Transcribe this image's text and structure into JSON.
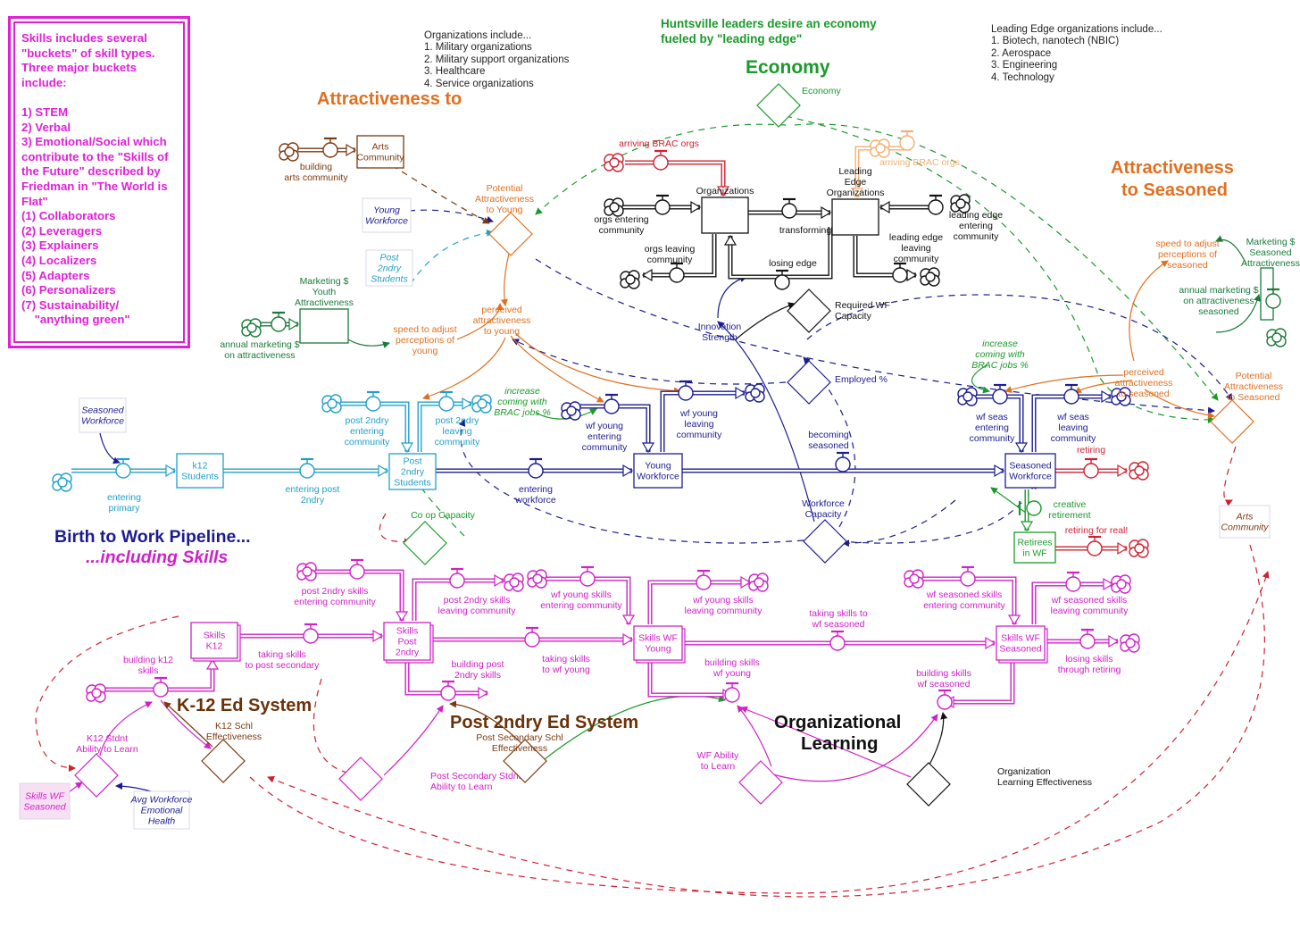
{
  "skills_box": {
    "lines": [
      "Skills includes several",
      "\"buckets\" of skill types.",
      "Three major buckets",
      "include:",
      "",
      "1) STEM",
      "2) Verbal",
      "3) Emotional/Social which",
      "contribute to the \"Skills of",
      "the Future\" described by",
      "Friedman in \"The World is",
      "Flat\"",
      "(1) Collaborators",
      "(2) Leveragers",
      "(3) Explainers",
      "(4) Localizers",
      "(5) Adapters",
      "(6) Personalizers",
      "(7) Sustainability/",
      "    \"anything green\""
    ]
  },
  "notes": {
    "organizations": "Organizations include...\n1. Military organizations\n2. Military support organizations\n3. Healthcare\n4. Service organizations",
    "huntsville": "Huntsville leaders desire an economy\nfueled by \"leading edge\"",
    "leading_edge": "Leading Edge organizations include...\n1. Biotech, nanotech (NBIC)\n2. Aerospace\n3. Engineering\n4. Technology"
  },
  "titles": {
    "economy": "Economy",
    "attr_young": "Attractiveness to",
    "attr_seasoned_1": "Attractiveness",
    "attr_seasoned_2": "to Seasoned",
    "pipeline_1": "Birth to Work Pipeline...",
    "pipeline_2": "...including Skills",
    "k12": "K-12 Ed System",
    "post2ndry": "Post 2ndry Ed System",
    "org_learning_1": "Organizational",
    "org_learning_2": "Learning"
  },
  "colors": {
    "teal": "#20a0c8",
    "navy": "#1c1c90",
    "magenta": "#d020c8",
    "green": "#1a9a2a",
    "orange": "#e07020",
    "red": "#d02030",
    "brown": "#7a3a10",
    "light_orange": "#f0b070",
    "dark_green": "#1a7a3a",
    "black": "#111111"
  },
  "diagram": {
    "stocks": [
      {
        "id": "k12-students",
        "label": "k12\nStudents",
        "color": "teal"
      },
      {
        "id": "post-2ndry-students",
        "label": "Post\n2ndry\nStudents",
        "color": "teal"
      },
      {
        "id": "young-workforce",
        "label": "Young\nWorkforce",
        "color": "navy"
      },
      {
        "id": "seasoned-workforce",
        "label": "Seasoned\nWorkforce",
        "color": "navy"
      },
      {
        "id": "organizations",
        "label": "Organizations",
        "color": "black"
      },
      {
        "id": "leading-edge-organizations",
        "label": "Leading\nEdge\nOrganizations",
        "color": "black"
      },
      {
        "id": "marketing-youth",
        "label": "Marketing $\nYouth\nAttractiveness",
        "color": "dark_green"
      },
      {
        "id": "skills-k12",
        "label": "Skills\nK12",
        "color": "magenta"
      },
      {
        "id": "skills-post-2ndry",
        "label": "Skills\nPost\n2ndry",
        "color": "magenta"
      },
      {
        "id": "skills-wf-young",
        "label": "Skills WF\nYoung",
        "color": "magenta"
      },
      {
        "id": "skills-wf-seasoned",
        "label": "Skills WF\nSeasoned",
        "color": "magenta"
      },
      {
        "id": "arts-community-stock",
        "label": "Arts\nCommunity",
        "color": "brown"
      },
      {
        "id": "retirees-in-wf",
        "label": "Retirees\nin WF",
        "color": "green"
      }
    ],
    "ghosts": [
      {
        "id": "seasoned-workforce-ghost",
        "label": "Seasoned\nWorkforce",
        "color": "navy"
      },
      {
        "id": "young-workforce-ghost",
        "label": "Young\nWorkforce",
        "color": "navy"
      },
      {
        "id": "post-2ndry-students-ghost",
        "label": "Post\n2ndry\nStudents",
        "color": "teal"
      },
      {
        "id": "arts-community-ghost",
        "label": "Arts\nCommunity",
        "color": "brown"
      },
      {
        "id": "skills-wf-seasoned-ghost",
        "label": "Skills WF\nSeasoned",
        "color": "magenta"
      },
      {
        "id": "avg-workforce-ghost",
        "label": "Avg Workforce\nEmotional\nHealth",
        "color": "navy"
      }
    ],
    "valves": [
      {
        "id": "entering-primary",
        "label": "entering\nprimary",
        "color": "teal"
      },
      {
        "id": "entering-post-2ndry",
        "label": "entering post\n2ndry",
        "color": "teal"
      },
      {
        "id": "post-2ndry-entering-community",
        "label": "post 2ndry\nentering\ncommunity",
        "color": "teal"
      },
      {
        "id": "post-2ndry-leaving-community",
        "label": "post 2ndry\nleaving\ncommunity",
        "color": "teal"
      },
      {
        "id": "entering-workforce",
        "label": "entering\nworkforce",
        "color": "navy"
      },
      {
        "id": "wf-young-entering-community",
        "label": "wf young\nentering\ncommunity",
        "color": "navy"
      },
      {
        "id": "wf-young-leaving-community",
        "label": "wf young\nleaving\ncommunity",
        "color": "navy"
      },
      {
        "id": "becoming-seasoned",
        "label": "becoming\nseasoned",
        "color": "navy"
      },
      {
        "id": "wf-seas-entering-community",
        "label": "wf seas\nentering\ncommunity",
        "color": "navy"
      },
      {
        "id": "wf-seas-leaving-community",
        "label": "wf seas\nleaving\ncommunity",
        "color": "navy"
      },
      {
        "id": "retiring",
        "label": "retiring",
        "color": "red"
      },
      {
        "id": "creative-retirement",
        "label": "creative\nretirement",
        "color": "green"
      },
      {
        "id": "retiring-for-real",
        "label": "retiring for real!",
        "color": "red"
      },
      {
        "id": "arriving-brac-orgs",
        "label": "arriving BRAC orgs",
        "color": "red"
      },
      {
        "id": "arriving-brac-orgs-2",
        "label": "arriving BRAC orgs",
        "color": "light_orange"
      },
      {
        "id": "orgs-entering-community",
        "label": "orgs entering\ncommunity",
        "color": "black"
      },
      {
        "id": "orgs-leaving-community",
        "label": "orgs leaving\ncommunity",
        "color": "black"
      },
      {
        "id": "transforming",
        "label": "transforming",
        "color": "black"
      },
      {
        "id": "losing-edge",
        "label": "losing edge",
        "color": "black"
      },
      {
        "id": "leading-edge-entering-community",
        "label": "leading edge\nentering\ncommunity",
        "color": "black"
      },
      {
        "id": "leading-edge-leaving-community",
        "label": "leading edge\nleaving\ncommunity",
        "color": "black"
      },
      {
        "id": "building-arts-community",
        "label": "building\narts community",
        "color": "brown"
      },
      {
        "id": "annual-marketing-young",
        "label": "annual marketing $\non attractiveness",
        "color": "dark_green"
      },
      {
        "id": "annual-marketing-seasoned",
        "label": "annual marketing $\non attractiveness\nseasoned",
        "color": "dark_green"
      },
      {
        "id": "post-2ndry-skills-entering-community",
        "label": "post 2ndry skills\nentering community",
        "color": "magenta"
      },
      {
        "id": "post-2ndry-skills-leaving-community",
        "label": "post 2ndry skills\nleaving community",
        "color": "magenta"
      },
      {
        "id": "wf-young-skills-entering-community",
        "label": "wf young skills\nentering community",
        "color": "magenta"
      },
      {
        "id": "wf-young-skills-leaving-community",
        "label": "wf young skills\nleaving community",
        "color": "magenta"
      },
      {
        "id": "wf-seasoned-skills-entering-community",
        "label": "wf seasoned skills\nentering community",
        "color": "magenta"
      },
      {
        "id": "wf-seasoned-skills-leaving-community",
        "label": "wf seasoned skills\nleaving community",
        "color": "magenta"
      },
      {
        "id": "taking-skills-to-post-secondary",
        "label": "taking skills\nto post secondary",
        "color": "magenta"
      },
      {
        "id": "taking-skills-to-wf-young",
        "label": "taking skills\nto wf young",
        "color": "magenta"
      },
      {
        "id": "taking-skills-to-wf-seasoned",
        "label": "taking skills to\nwf seasoned",
        "color": "magenta"
      },
      {
        "id": "losing-skills-through-retiring",
        "label": "losing skills\nthrough retiring",
        "color": "magenta"
      },
      {
        "id": "building-k12-skills",
        "label": "building k12\nskills",
        "color": "magenta"
      },
      {
        "id": "building-post-2ndry-skills",
        "label": "building post\n2ndry skills",
        "color": "magenta"
      },
      {
        "id": "building-skills-wf-young",
        "label": "building skills\nwf young",
        "color": "magenta"
      },
      {
        "id": "building-skills-wf-seasoned",
        "label": "building skills\nwf seasoned",
        "color": "magenta"
      }
    ],
    "auxes": [
      {
        "id": "economy-aux",
        "label": "Economy",
        "color": "green"
      },
      {
        "id": "potential-attr-young",
        "label": "Potential\nAttractiveness\nto Young",
        "color": "orange"
      },
      {
        "id": "potential-attr-seasoned",
        "label": "Potential\nAttractiveness\nto Seasoned",
        "color": "orange"
      },
      {
        "id": "required-wf-capacity",
        "label": "Required WF\nCapacity",
        "color": "black"
      },
      {
        "id": "employed-pct",
        "label": "Employed %",
        "color": "navy"
      },
      {
        "id": "workforce-capacity",
        "label": "Workforce\nCapacity",
        "color": "navy"
      },
      {
        "id": "co-op-capacity",
        "label": "Co op Capacity",
        "color": "green"
      },
      {
        "id": "k12-stdnt-ability",
        "label": "K12 Stdnt\nAbility to Learn",
        "color": "magenta"
      },
      {
        "id": "k12-schl-effectiveness",
        "label": "K12 Schl\nEffectiveness",
        "color": "brown"
      },
      {
        "id": "post-secondary-stdnt-ability",
        "label": "Post Secondary Stdnt\nAbility to Learn",
        "color": "magenta"
      },
      {
        "id": "post-secondary-schl-effectiveness",
        "label": "Post Secondary Schl\nEffectiveness",
        "color": "brown"
      },
      {
        "id": "wf-ability-to-learn",
        "label": "WF Ability\nto Learn",
        "color": "magenta"
      },
      {
        "id": "organization-learning-effectiveness",
        "label": "Organization\nLearning Effectiveness",
        "color": "black"
      }
    ],
    "texts": [
      {
        "id": "perceived-attr-young",
        "label": "perceived\nattractiveness\nto young",
        "color": "orange"
      },
      {
        "id": "speed-adjust-young",
        "label": "speed to adjust\nperceptions of\nyoung",
        "color": "orange"
      },
      {
        "id": "perceived-attr-seasoned",
        "label": "perceived\nattractiveness\nto seasoned",
        "color": "orange"
      },
      {
        "id": "speed-adjust-seasoned",
        "label": "speed to adjust\nperceptions of\nseasoned",
        "color": "orange"
      },
      {
        "id": "marketing-seasoned-attr",
        "label": "Marketing $\nSeasoned\nAttractiveness",
        "color": "dark_green"
      },
      {
        "id": "increase-brac-young",
        "label": "increase\ncoming with\nBRAC jobs %",
        "color": "green"
      },
      {
        "id": "increase-brac-seasoned",
        "label": "increase\ncoming with\nBRAC jobs %",
        "color": "green"
      },
      {
        "id": "innovation-strength",
        "label": "Innovation\nStrength",
        "color": "navy"
      }
    ]
  }
}
